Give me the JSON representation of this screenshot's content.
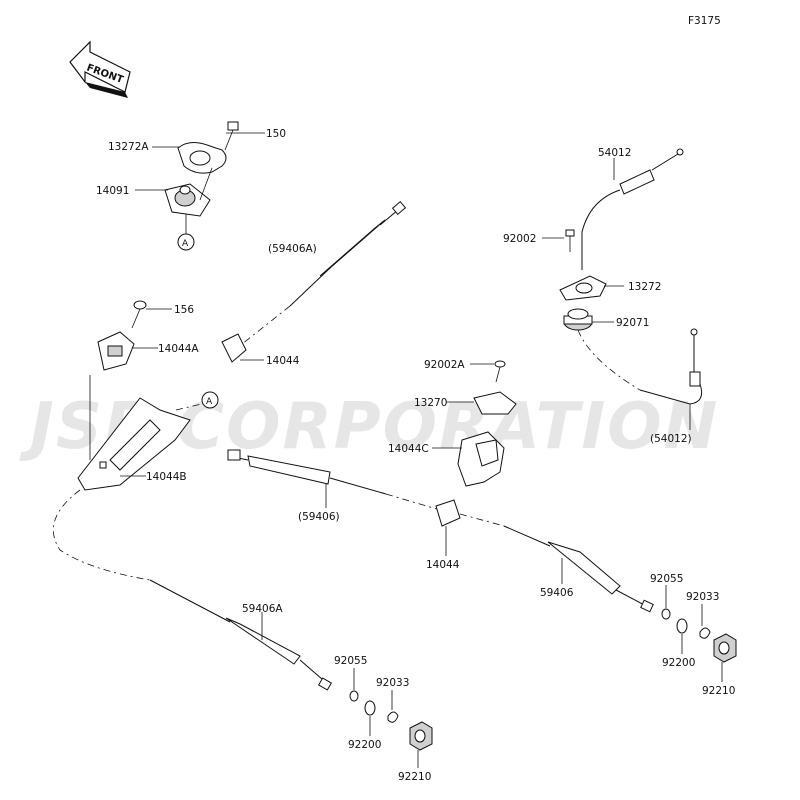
{
  "figure_code": "F3175",
  "front_label": "FRONT",
  "watermark": "JSP CORPORATION",
  "ref_mark": "A",
  "parts": {
    "p13272A": "13272A",
    "p150": "150",
    "p14091": "14091",
    "p59406A_paren": "(59406A)",
    "p156": "156",
    "p14044A": "14044A",
    "p14044_upper": "14044",
    "p14044B": "14044B",
    "p59406_paren": "(59406)",
    "p54012": "54012",
    "p92002": "92002",
    "p13272": "13272",
    "p92071": "92071",
    "p54012_paren": "(54012)",
    "p92002A": "92002A",
    "p13270": "13270",
    "p14044C": "14044C",
    "p14044_lower": "14044",
    "p59406": "59406",
    "p92055_right": "92055",
    "p92033_right": "92033",
    "p92200_right": "92200",
    "p92210_right": "92210",
    "p59406A": "59406A",
    "p92055_left": "92055",
    "p92033_left": "92033",
    "p92200_left": "92200",
    "p92210_left": "92210"
  }
}
